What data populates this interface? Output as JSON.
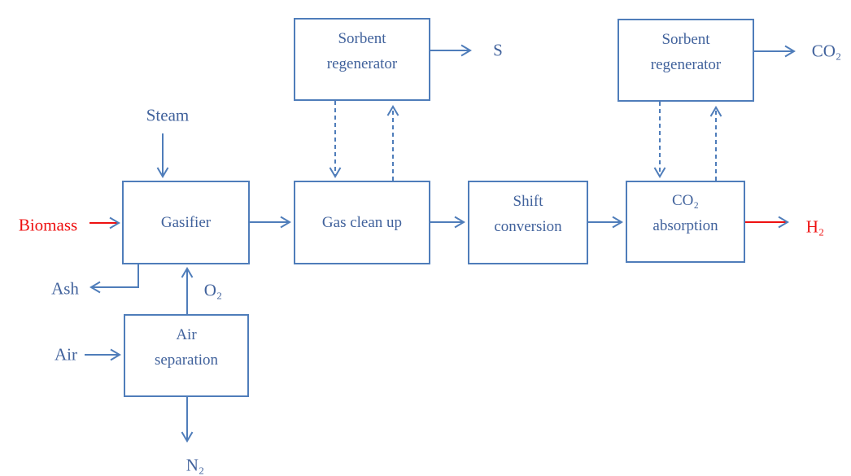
{
  "colors": {
    "line_blue": "#4f7dba",
    "text_blue": "#41629c",
    "red": "#ee1111"
  },
  "boxes": {
    "sorbent_regenerator_left": {
      "line1": "Sorbent",
      "line2": "regenerator"
    },
    "sorbent_regenerator_right": {
      "line1": "Sorbent",
      "line2": "regenerator"
    },
    "gasifier": {
      "line1": "Gasifier"
    },
    "gas_clean_up": {
      "line1": "Gas clean up"
    },
    "shift_conversion": {
      "line1": "Shift",
      "line2": "conversion"
    },
    "co2_absorption": {
      "line1": "CO₂",
      "line2": "absorption"
    },
    "air_separation": {
      "line1": "Air",
      "line2": "separation"
    }
  },
  "labels": {
    "steam": "Steam",
    "biomass": "Biomass",
    "ash": "Ash",
    "oxygen": "O₂",
    "air": "Air",
    "nitrogen": "N₂",
    "sulfur": "S",
    "co2_out": "CO₂",
    "h2_out": "H₂"
  }
}
